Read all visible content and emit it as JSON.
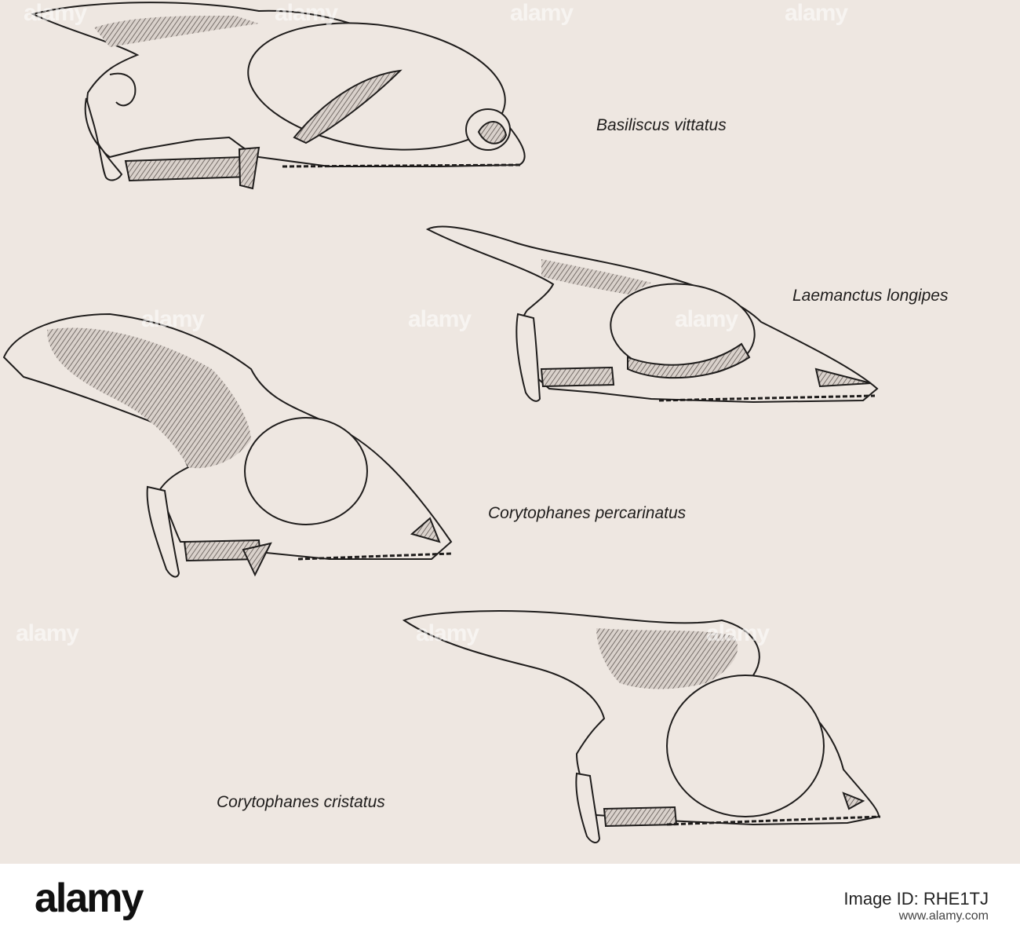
{
  "figure": {
    "labels": {
      "basiliscus": "Basiliscus vittatus",
      "laemanctus": "Laemanctus longipes",
      "percarinatus": "Corytophanes percarinatus",
      "cristatus": "Corytophanes cristatus"
    },
    "watermark": "alamy"
  },
  "footer": {
    "brand": "alamy",
    "image_id": "Image ID: RHE1TJ",
    "url": "www.alamy.com"
  },
  "colors": {
    "paper": "#eee7e1",
    "ink": "#1f1d1c",
    "shade": "#7d7470",
    "footer_bg": "#ffffff"
  }
}
